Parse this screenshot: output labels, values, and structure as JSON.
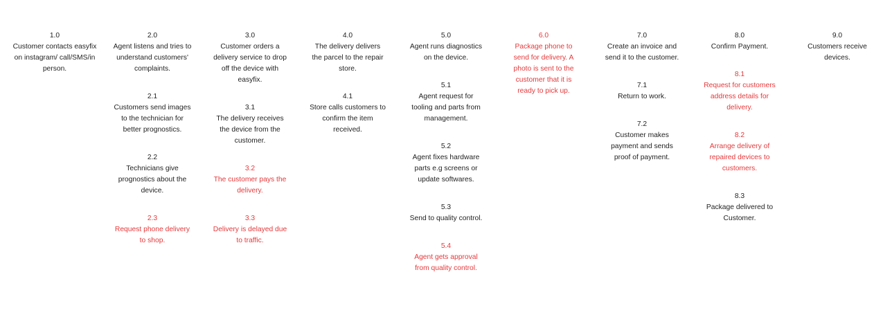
{
  "colors": {
    "default_text": "#1f1f1f",
    "highlight_text": "#e5393b",
    "background": "#ffffff"
  },
  "columns": [
    {
      "steps": [
        {
          "id": "1.0",
          "text": "Customer contacts easyfix on instagram/ call/SMS/in person.",
          "highlight": false
        }
      ]
    },
    {
      "steps": [
        {
          "id": "2.0",
          "text": "Agent listens and tries to understand customers' complaints.",
          "highlight": false
        },
        {
          "id": "2.1",
          "text": "Customers send images to the technician for better prognostics.",
          "highlight": false
        },
        {
          "id": "2.2",
          "text": "Technicians give prognostics about the device.",
          "highlight": false
        },
        {
          "id": "2.3",
          "text": "Request phone delivery to shop.",
          "highlight": true
        }
      ]
    },
    {
      "steps": [
        {
          "id": "3.0",
          "text": "Customer orders a delivery service to drop off the device with easyfix.",
          "highlight": false
        },
        {
          "id": "3.1",
          "text": "The delivery receives the device from the customer.",
          "highlight": false
        },
        {
          "id": "3.2",
          "text": "The customer pays the delivery.",
          "highlight": true
        },
        {
          "id": "3.3",
          "text": "Delivery is delayed due to traffic.",
          "highlight": true
        }
      ]
    },
    {
      "steps": [
        {
          "id": "4.0",
          "text": "The delivery delivers the parcel to the repair store.",
          "highlight": false
        },
        {
          "id": "4.1",
          "text": "Store calls customers to confirm the item received.",
          "highlight": false
        }
      ]
    },
    {
      "steps": [
        {
          "id": "5.0",
          "text": "Agent runs diagnostics on the device.",
          "highlight": false
        },
        {
          "id": "5.1",
          "text": "Agent request for tooling and parts from management.",
          "highlight": false
        },
        {
          "id": "5.2",
          "text": "Agent fixes hardware parts e.g screens or update softwares.",
          "highlight": false
        },
        {
          "id": "5.3",
          "text": "Send to quality control.",
          "highlight": false
        },
        {
          "id": "5.4",
          "text": "Agent gets approval from quality control.",
          "highlight": true
        }
      ]
    },
    {
      "steps": [
        {
          "id": "6.0",
          "text": "Package phone to send for delivery. A photo is sent to the customer that it is ready to pick up.",
          "highlight": true
        }
      ]
    },
    {
      "steps": [
        {
          "id": "7.0",
          "text": "Create an invoice and send it to the customer.",
          "highlight": false
        },
        {
          "id": "7.1",
          "text": "Return to work.",
          "highlight": false
        },
        {
          "id": "7.2",
          "text": "Customer makes payment and sends proof of payment.",
          "highlight": false
        }
      ]
    },
    {
      "steps": [
        {
          "id": "8.0",
          "text": "Confirm Payment.",
          "highlight": false
        },
        {
          "id": "8.1",
          "text": "Request for customers address details for delivery.",
          "highlight": true
        },
        {
          "id": "8.2",
          "text": "Arrange delivery of repaired devices to customers.",
          "highlight": true
        },
        {
          "id": "8.3",
          "text": "Package delivered to Customer.",
          "highlight": false
        }
      ]
    },
    {
      "steps": [
        {
          "id": "9.0",
          "text": "Customers receive devices.",
          "highlight": false
        }
      ]
    }
  ]
}
